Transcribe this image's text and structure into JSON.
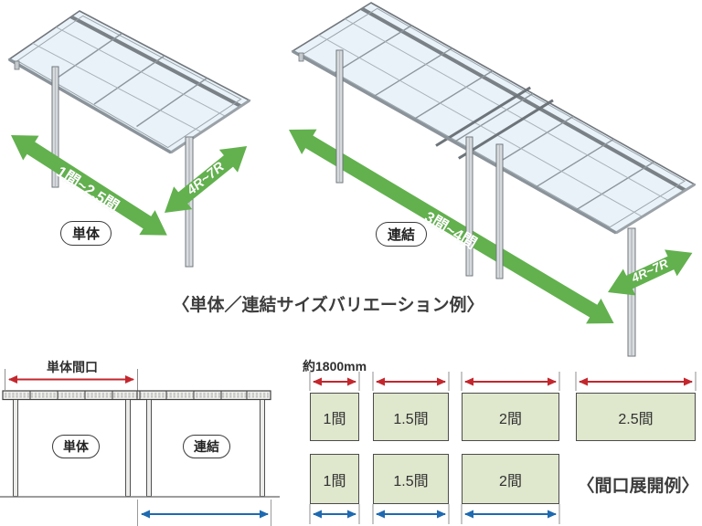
{
  "top": {
    "caption": "〈単体／連結サイズバリエーション例〉",
    "single": {
      "badge": "単体",
      "width_range": "1間~2.5間",
      "depth_range": "4R~7R"
    },
    "connected": {
      "badge": "連結",
      "width_range": "3間~4間",
      "depth_range": "4R~7R"
    }
  },
  "front_view": {
    "dim_label": "単体間口",
    "single_badge": "単体",
    "connected_badge": "連結"
  },
  "expansion": {
    "caption": "〈間口展開例〉",
    "module_width": "約1800mm",
    "row1": [
      "1間",
      "1.5間",
      "2間",
      "2.5間"
    ],
    "row2": [
      "1間",
      "1.5間",
      "2間"
    ]
  },
  "colors": {
    "arrow_green": "#62b14e",
    "arrow_red": "#c3272d",
    "arrow_blue": "#1e6ab0",
    "box_fill": "#dfe7cd",
    "glass_blue": "#e9f2f8"
  }
}
